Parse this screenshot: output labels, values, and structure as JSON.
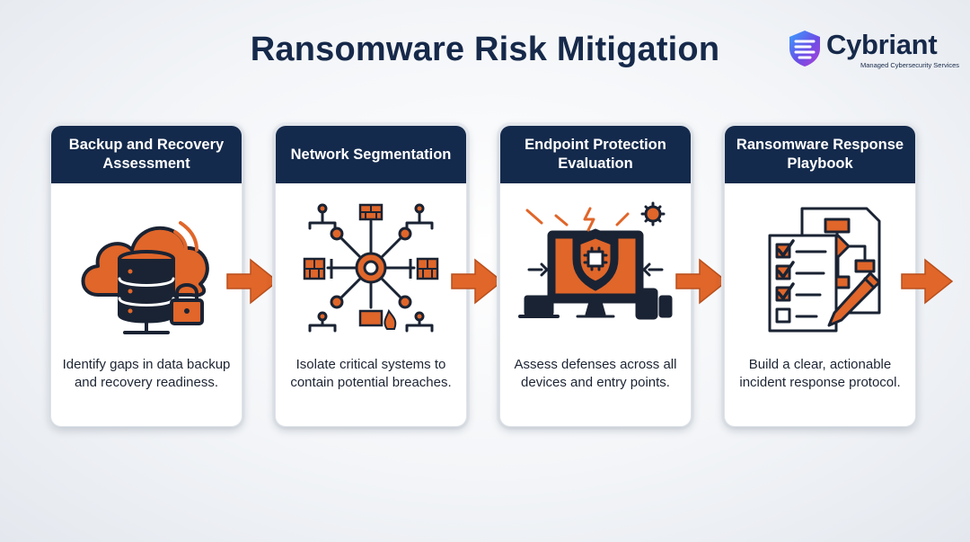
{
  "page": {
    "title": "Ransomware Risk Mitigation"
  },
  "brand": {
    "name": "Cybriant",
    "tagline": "Managed Cybersecurity Services"
  },
  "colors": {
    "navy": "#142a4c",
    "orange": "#e0662a",
    "background": "#f3f5f8"
  },
  "steps": [
    {
      "title": "Backup and Recovery Assessment",
      "description": "Identify gaps in data backup and recovery readiness.",
      "icon": "cloud-database-lock-icon"
    },
    {
      "title": "Network Segmentation",
      "description": "Isolate critical systems to contain potential breaches.",
      "icon": "network-segmentation-icon"
    },
    {
      "title": "Endpoint Protection Evaluation",
      "description": "Assess defenses across all devices and entry points.",
      "icon": "endpoint-shield-icon"
    },
    {
      "title": "Ransomware Response Playbook",
      "description": "Build a clear, actionable incident response protocol.",
      "icon": "playbook-checklist-icon"
    }
  ]
}
